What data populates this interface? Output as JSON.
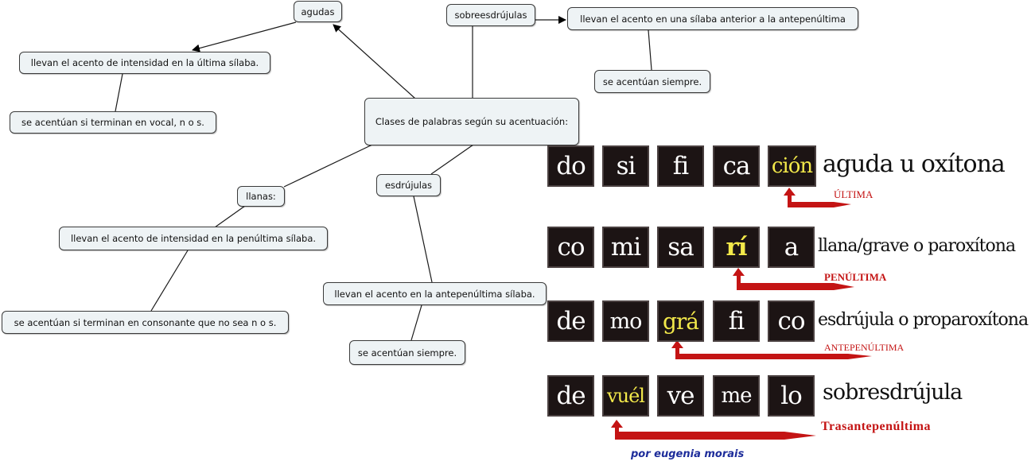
{
  "concept_map": {
    "center": "Clases de palabras según su acentuación:",
    "agudas": "agudas",
    "agudas_def": "llevan el acento de intensidad en la última sílaba.",
    "agudas_rule": "se acentúan si terminan en vocal, n o s.",
    "sobreesdrujulas": "sobreesdrújulas",
    "sobre_def": "llevan el acento en una sílaba anterior a la antepenúltima",
    "sobre_rule": "se acentúan siempre.",
    "llanas": "llanas:",
    "llanas_def": "llevan el acento de intensidad en la penúltima sílaba.",
    "llanas_rule": "se acentúan si terminan en consonante que no sea n o s.",
    "esdrujulas": "esdrújulas",
    "esdr_def": "llevan el acento en la antepenúltima sílaba.",
    "esdr_rule": "se acentúan siempre."
  },
  "examples": {
    "row1": {
      "syllables": [
        "do",
        "si",
        "fi",
        "ca",
        "ción"
      ],
      "stressed": 4,
      "label": "aguda u oxítona",
      "position": "ÚLTIMA"
    },
    "row2": {
      "syllables": [
        "co",
        "mi",
        "sa",
        "rí",
        "a"
      ],
      "stressed": 3,
      "label": "llana/grave o paroxítona",
      "position": "PENÚLTIMA"
    },
    "row3": {
      "syllables": [
        "de",
        "mo",
        "grá",
        "fi",
        "co"
      ],
      "stressed": 2,
      "label": "esdrújula o proparoxítona",
      "position": "ANTEPENÚLTIMA"
    },
    "row4": {
      "syllables": [
        "de",
        "vuél",
        "ve",
        "me",
        "lo"
      ],
      "stressed": 1,
      "label": "sobresdrújula",
      "position": "Trasantepenúltima"
    },
    "credit": "por eugenia morais"
  },
  "colors": {
    "arrow_red": "#c41414",
    "highlight_yellow": "#f2e84a",
    "tile_bg": "#1c1414",
    "credit_blue": "#1d2c9a"
  }
}
